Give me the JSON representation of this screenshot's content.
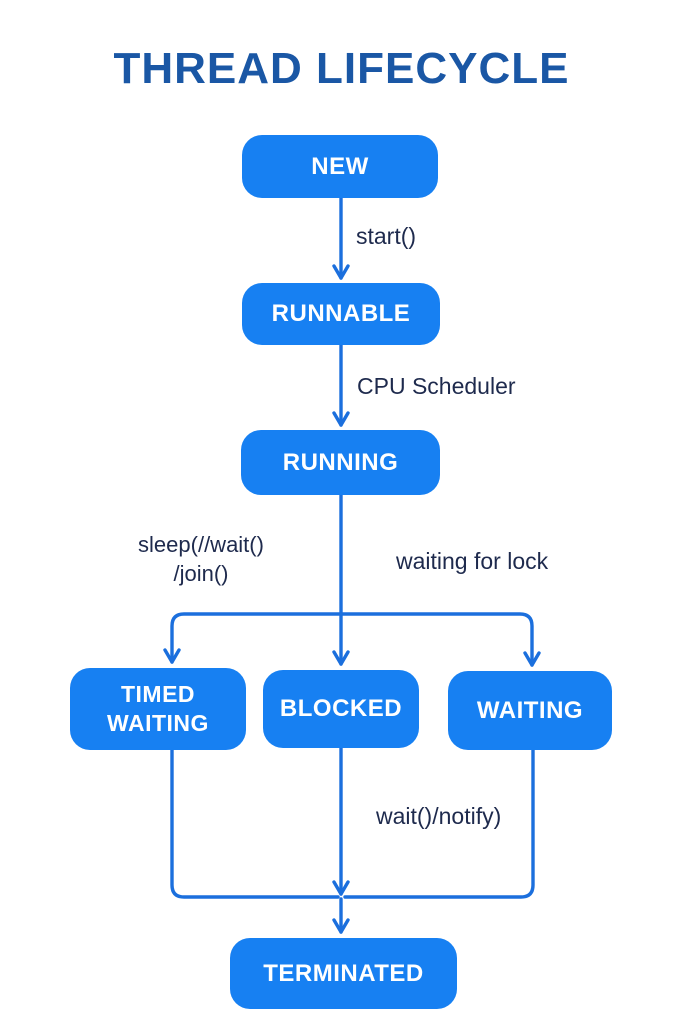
{
  "title": "THREAD LIFECYCLE",
  "diagram": {
    "type": "flowchart",
    "nodes": [
      {
        "id": "new",
        "label": "NEW"
      },
      {
        "id": "runnable",
        "label": "RUNNABLE"
      },
      {
        "id": "running",
        "label": "RUNNING"
      },
      {
        "id": "timed_waiting",
        "label": "TIMED WAITING"
      },
      {
        "id": "blocked",
        "label": "BLOCKED"
      },
      {
        "id": "waiting",
        "label": "WAITING"
      },
      {
        "id": "terminated",
        "label": "TERMINATED"
      }
    ],
    "edges": [
      {
        "from": "new",
        "to": "runnable",
        "label": "start()"
      },
      {
        "from": "runnable",
        "to": "running",
        "label": "CPU Scheduler"
      },
      {
        "from": "running",
        "to": "timed_waiting",
        "label": "sleep(//wait()\n/join()"
      },
      {
        "from": "running",
        "to": "blocked",
        "label": ""
      },
      {
        "from": "running",
        "to": "waiting",
        "label": "waiting for lock"
      },
      {
        "from": "timed_waiting",
        "to": "terminated",
        "label": ""
      },
      {
        "from": "blocked",
        "to": "terminated",
        "label": ""
      },
      {
        "from": "waiting",
        "to": "terminated",
        "label": "wait()/notify)"
      }
    ]
  },
  "colors": {
    "background": "#ffffff",
    "node_fill": "#1780f2",
    "node_text": "#ffffff",
    "connector": "#1b6fdd",
    "title": "#1a57a5",
    "label_text": "#1e2a4d"
  }
}
